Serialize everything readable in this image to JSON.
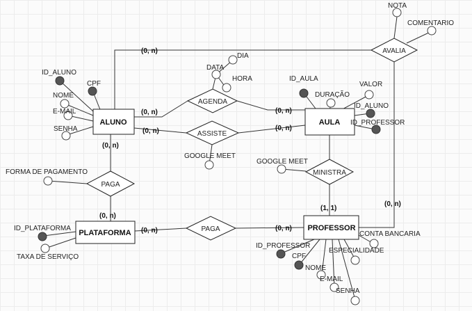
{
  "entities": {
    "aluno": "ALUNO",
    "aula": "AULA",
    "plataforma": "PLATAFORMA",
    "professor": "PROFESSOR"
  },
  "relationships": {
    "avalia": "AVALIA",
    "agenda": "AGENDA",
    "assiste": "ASSISTE",
    "ministra": "MINISTRA",
    "paga_aluno": "PAGA",
    "paga_plataforma": "PAGA"
  },
  "attributes": {
    "avalia_nota": "NOTA",
    "avalia_comentario": "COMENTARIO",
    "agenda_data": "DATA",
    "agenda_dia": "DIA",
    "agenda_hora": "HORA",
    "aluno_id": "ID_ALUNO",
    "aluno_cpf": "CPF",
    "aluno_nome": "NOME",
    "aluno_email": "E-MAIL",
    "aluno_senha": "SENHA",
    "aula_id": "ID_AULA",
    "aula_duracao": "DURAÇÃO",
    "aula_valor": "VALOR",
    "aula_id_aluno": "ID_ALUNO",
    "aula_id_professor": "ID_PROFESSOR",
    "assiste_google_meet": "GOOGLE MEET",
    "ministra_google_meet": "GOOGLE MEET",
    "paga_forma": "FORMA DE PAGAMENTO",
    "plataforma_id": "ID_PLATAFORMA",
    "plataforma_taxa": "TAXA DE SERVIÇO",
    "professor_conta": "CONTA BANCARIA",
    "professor_especialidade": "ESPECIALIDADE",
    "professor_id": "ID_PROFESSOR",
    "professor_cpf": "CPF",
    "professor_nome": "NOME",
    "professor_email": "E-MAIL",
    "professor_senha": "SENHA"
  },
  "cardinalities": {
    "aluno_avalia": "(0, n)",
    "professor_avalia": "(0, n)",
    "aluno_agenda": "(0, n)",
    "aula_agenda": "(0, n)",
    "aluno_assiste": "(0, n)",
    "aula_assiste": "(0, n)",
    "aluno_paga": "(0, n)",
    "plataforma_paga_top": "(0, n)",
    "plataforma_paga": "(0, n)",
    "professor_paga": "(0, n)",
    "professor_ministra": "(1, 1)"
  }
}
